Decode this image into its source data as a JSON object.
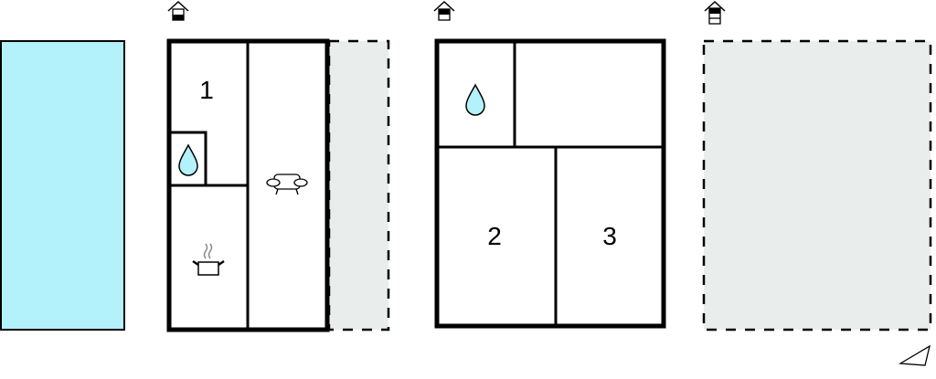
{
  "rooms": {
    "room1": "1",
    "room2": "2",
    "room3": "3"
  },
  "colors": {
    "pool": "#b3f1fb",
    "outdoor": "#e9eeed",
    "water": "#b3f1fb",
    "wall": "#000000"
  },
  "floors": [
    {
      "level": "ground",
      "icon": "floor-ground-icon"
    },
    {
      "level": "first",
      "icon": "floor-first-icon"
    },
    {
      "level": "second",
      "icon": "floor-second-icon"
    }
  ]
}
